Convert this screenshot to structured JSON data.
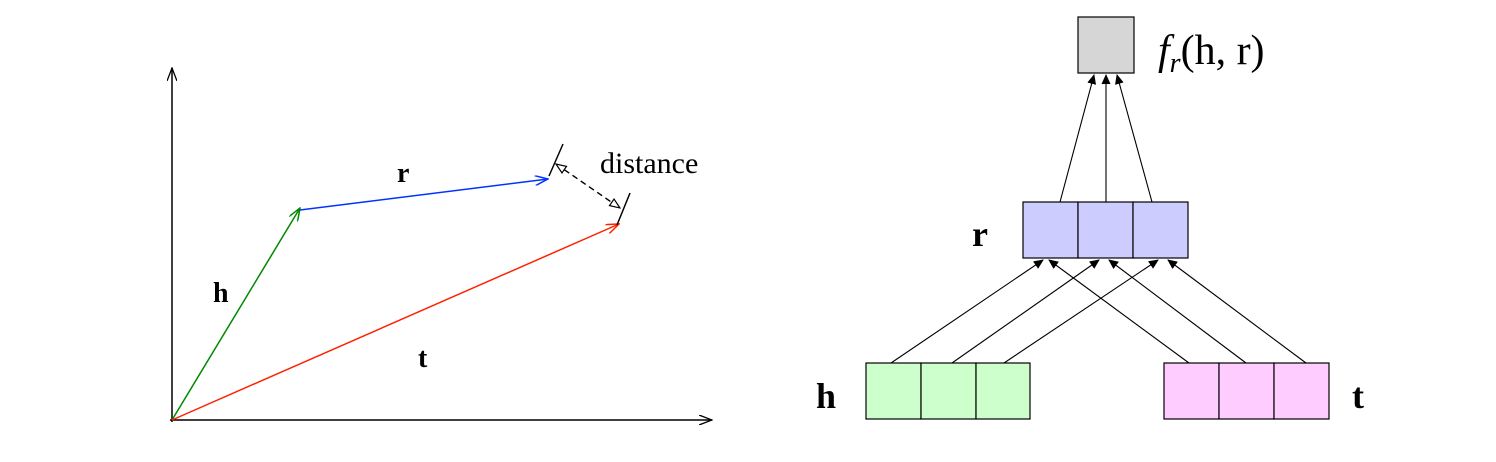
{
  "left_diagram": {
    "labels": {
      "h": "h",
      "r": "r",
      "t": "t",
      "distance": "distance"
    },
    "colors": {
      "h": "#008800",
      "r": "#0033ff",
      "t": "#ff2200"
    }
  },
  "right_diagram": {
    "labels": {
      "h": "h",
      "r": "r",
      "t": "t",
      "score_f": "f",
      "score_sub": "r",
      "score_args": "(h, r)"
    },
    "colors": {
      "h": "#ccffcc",
      "r": "#ccccff",
      "t": "#ffccff",
      "score": "#d6d6d6"
    }
  }
}
